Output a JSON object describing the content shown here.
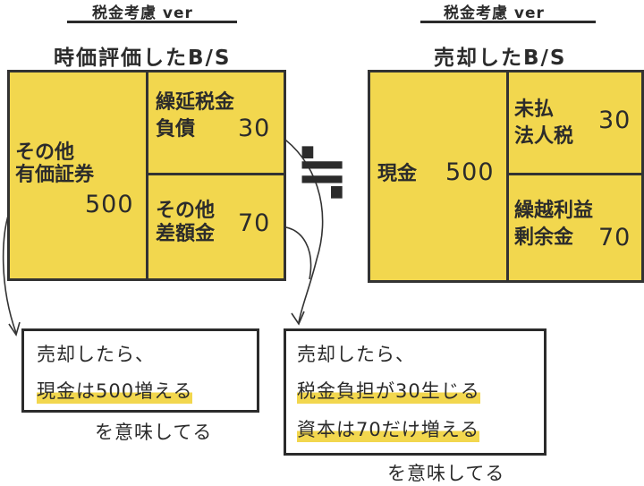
{
  "left": {
    "header": "税金考慮 ver",
    "title": "時価評価したB/S",
    "asset": {
      "label_line1": "その他",
      "label_line2": "有価証券",
      "value": "500"
    },
    "liability_top": {
      "label_line1": "繰延税金",
      "label_line2": "負債",
      "value": "30"
    },
    "liability_bottom": {
      "label_line1": "その他",
      "label_line2": "差額金",
      "value": "70"
    }
  },
  "equals_symbol": "≒",
  "right": {
    "header": "税金考慮 ver",
    "title": "売却したB/S",
    "asset": {
      "label": "現金",
      "value": "500"
    },
    "liability_top": {
      "label_line1": "未払",
      "label_line2": "法人税",
      "value": "30"
    },
    "liability_bottom": {
      "label_line1": "繰越利益",
      "label_line2": "剰余金",
      "value": "70"
    }
  },
  "note_left": {
    "line1": "売却したら、",
    "line2": "現金は500増える",
    "caption": "を意味してる"
  },
  "note_right": {
    "line1": "売却したら、",
    "line2": "税金負担が30生じる",
    "line3": "資本は70だけ増える",
    "caption": "を意味してる"
  },
  "colors": {
    "fill": "#f2d74e",
    "stroke": "#333333"
  }
}
